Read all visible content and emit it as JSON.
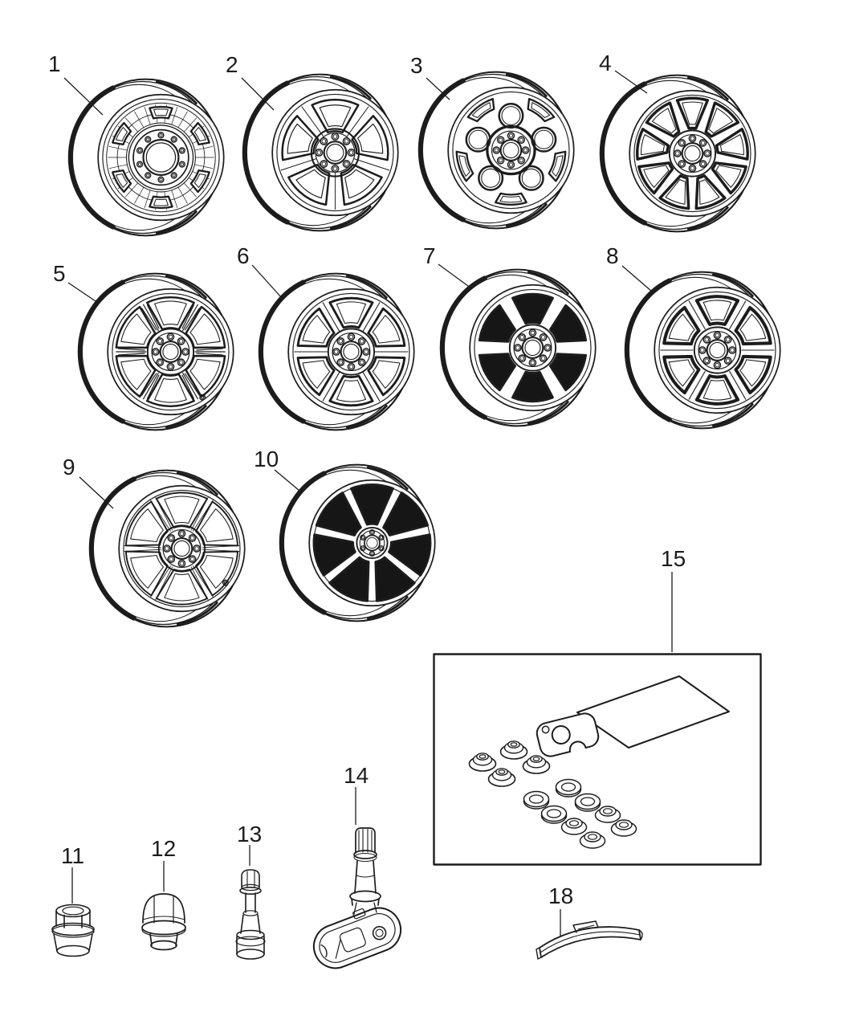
{
  "palette": {
    "ink": "#1c1c1c",
    "paper": "#ffffff",
    "dark_fill": "#161616"
  },
  "callouts": {
    "wheel1": "1",
    "wheel2": "2",
    "wheel3": "3",
    "wheel4": "4",
    "wheel5": "5",
    "wheel6": "6",
    "wheel7": "7",
    "wheel8": "8",
    "wheel9": "9",
    "wheel10": "10",
    "lug_nut_open": "11",
    "lug_nut_capped": "12",
    "valve_stem": "13",
    "tpms_sensor": "14",
    "tpms_service_kit": "15",
    "wheel_balance_weight": "18"
  },
  "wheels": [
    {
      "callout": "1",
      "style": "steel",
      "variant": "steel",
      "openings": 6,
      "lugs": 10,
      "valve": false
    },
    {
      "callout": "2",
      "style": "window",
      "variant": "window",
      "openings": 5,
      "lugs": 8,
      "valve": false
    },
    {
      "callout": "3",
      "style": "alloy5",
      "variant": "holes",
      "openings": 5,
      "lugs": 8,
      "valve": false
    },
    {
      "callout": "4",
      "style": "spoke",
      "variant": "triangle",
      "openings": 9,
      "lugs": 8,
      "valve": false
    },
    {
      "callout": "5",
      "style": "spoke",
      "variant": "groove",
      "openings": 6,
      "lugs": 8,
      "valve": true
    },
    {
      "callout": "6",
      "style": "spoke",
      "variant": "crease",
      "openings": 6,
      "lugs": 8,
      "valve": false
    },
    {
      "callout": "7",
      "style": "spoke",
      "variant": "dark",
      "openings": 6,
      "lugs": 8,
      "valve": false
    },
    {
      "callout": "8",
      "style": "spoke",
      "variant": "bold",
      "openings": 6,
      "lugs": 8,
      "valve": false
    },
    {
      "callout": "9",
      "style": "spoke",
      "variant": "thin",
      "openings": 6,
      "lugs": 8,
      "valve": true
    },
    {
      "callout": "10",
      "style": "spoke",
      "variant": "dark",
      "openings": 7,
      "lugs": 6,
      "valve": false,
      "smallHub": true
    }
  ]
}
